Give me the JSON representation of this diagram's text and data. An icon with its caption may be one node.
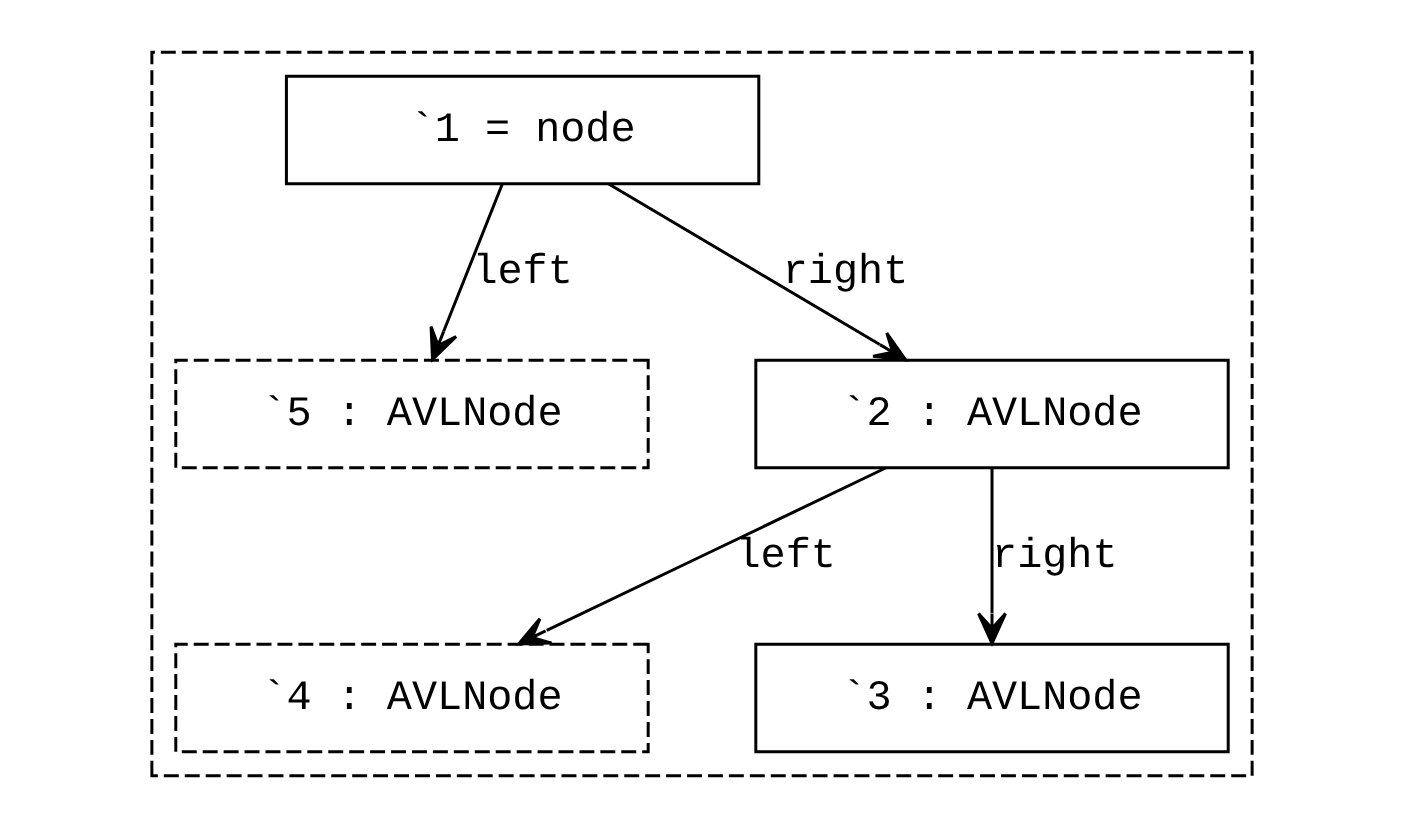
{
  "diagram": {
    "nodes": [
      {
        "text": [],
        "shape": "box"
      },
      {
        "text": [
          "`1 = node"
        ],
        "in": 0
      },
      {
        "text": [
          "`5 : AVLNode"
        ],
        "in": 0
      },
      {
        "text": [
          "`2 : AVLNode"
        ],
        "in": 0
      },
      {
        "text": [
          "`4 : AVLNode"
        ],
        "in": 0
      },
      {
        "text": [
          "`3 : AVLNode"
        ],
        "in": 0
      }
    ],
    "edges": [
      {
        "from": 1,
        "to": 2,
        "arrow": "to",
        "label": "left"
      },
      {
        "from": 1,
        "to": 3,
        "arrow": "to",
        "label": "right"
      },
      {
        "from": 3,
        "to": 4,
        "arrow": "to",
        "label": "left"
      },
      {
        "from": 3,
        "to": 5,
        "arrow": "to",
        "label": "right"
      }
    ]
  }
}
